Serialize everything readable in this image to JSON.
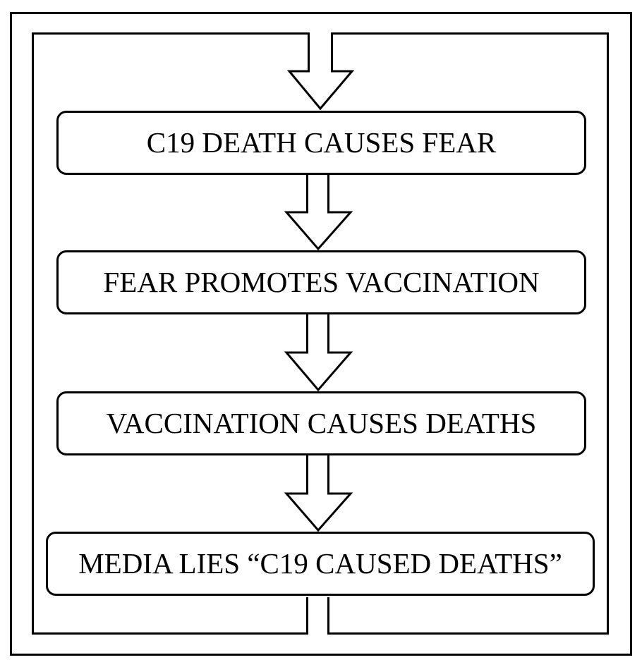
{
  "diagram": {
    "steps": [
      {
        "label": "C19 DEATH CAUSES FEAR"
      },
      {
        "label": "FEAR PROMOTES VACCINATION"
      },
      {
        "label": "VACCINATION CAUSES DEATHS"
      },
      {
        "label": "MEDIA LIES “C19 CAUSED DEATHS”"
      }
    ],
    "colors": {
      "stroke": "#000000",
      "fill": "#ffffff"
    }
  }
}
